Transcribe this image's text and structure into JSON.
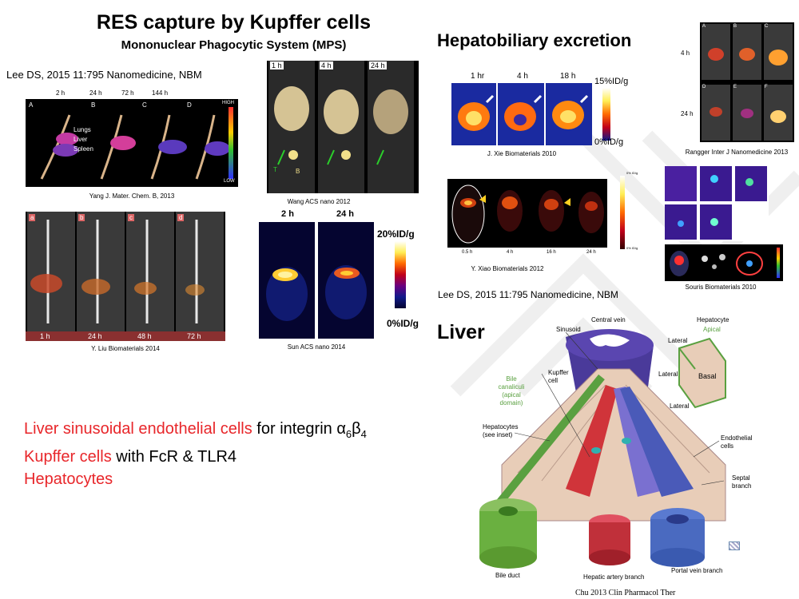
{
  "left": {
    "title": "RES capture by Kupffer cells",
    "subtitle": "Mononuclear Phagocytic System (MPS)",
    "citation": "Lee DS, 2015 11:795  Nanomedicine, NBM",
    "yang": {
      "times": [
        "2 h",
        "24 h",
        "72 h",
        "144 h"
      ],
      "panels": [
        "A",
        "B",
        "C",
        "D"
      ],
      "organs": [
        "Lungs",
        "Liver",
        "Spleen"
      ],
      "scale_high": "HIGH",
      "scale_low": "LOW",
      "caption": "Yang J. Mater. Chem. B, 2013"
    },
    "wang": {
      "times": [
        "1 h",
        "4 h",
        "24 h"
      ],
      "markers": [
        "T",
        "B"
      ],
      "caption": "Wang ACS nano 2012"
    },
    "liu": {
      "panels": [
        "a",
        "b",
        "c",
        "d"
      ],
      "times": [
        "1 h",
        "24 h",
        "48 h",
        "72 h"
      ],
      "caption": "Y. Liu Biomaterials 2014"
    },
    "sun": {
      "times": [
        "2 h",
        "24 h"
      ],
      "scale_max": "20%ID/g",
      "scale_min": "0%ID/g",
      "caption": "Sun ACS nano 2014"
    }
  },
  "hepato": {
    "heading": "Hepatobiliary excretion",
    "xie": {
      "times": [
        "1 hr",
        "4 h",
        "18 h"
      ],
      "scale_max": "15%ID/g",
      "scale_min": "0%ID/g",
      "caption": "J. Xie Biomaterials 2010"
    },
    "rangger": {
      "rows": [
        "4 h",
        "24 h"
      ],
      "panels": [
        "A",
        "B",
        "C",
        "D",
        "E",
        "F"
      ],
      "caption": "Rangger Inter J Nanomedicine 2013"
    },
    "xiao": {
      "times": [
        "0.5 h",
        "4 h",
        "16 h",
        "24 h"
      ],
      "scale_max": "0% ID/g",
      "scale_min": "0% ID/g",
      "caption": "Y. Xiao Biomaterials 2012"
    },
    "souris": {
      "caption": "Souris Biomaterials 2010"
    },
    "citation": "Lee DS, 2015 11:795 Nanomedicine, NBM"
  },
  "liver": {
    "heading": "Liver",
    "labels": {
      "central_vein": "Central vein",
      "sinusoid": "Sinusoid",
      "hepatocyte": "Hepatocyte",
      "apical": "Apical",
      "lateral1": "Lateral",
      "lateral2": "Lateral",
      "lateral3": "Lateral",
      "basal": "Basal",
      "bile_canaliculi": [
        "Bile",
        "canaliculi",
        "(apical",
        "domain)"
      ],
      "kupffer": [
        "Kupffer",
        "cell"
      ],
      "hepatocytes_inset": [
        "Hepatocytes",
        "(see inset)"
      ],
      "endothelial": [
        "Endothelial",
        "cells"
      ],
      "septal": [
        "Septal",
        "branch"
      ],
      "bile_duct": "Bile duct",
      "hepatic_artery": "Hepatic artery branch",
      "portal_vein": "Portal vein branch"
    },
    "caption": "Chu 2013 Clin Pharmacol Ther"
  },
  "bottom": {
    "line1_red": "Liver sinusoidal endothelial cells",
    "line1_black": " for integrin α",
    "line1_sub1": "6",
    "line1_beta": "β",
    "line1_sub2": "4",
    "line2_red": "Kupffer cells",
    "line2_black": " with FcR & TLR4",
    "line3_red": "Hepatocytes"
  },
  "colors": {
    "accent_red": "#e8262a",
    "hot": "#ffdd55",
    "cold": "#0a1a8c"
  }
}
